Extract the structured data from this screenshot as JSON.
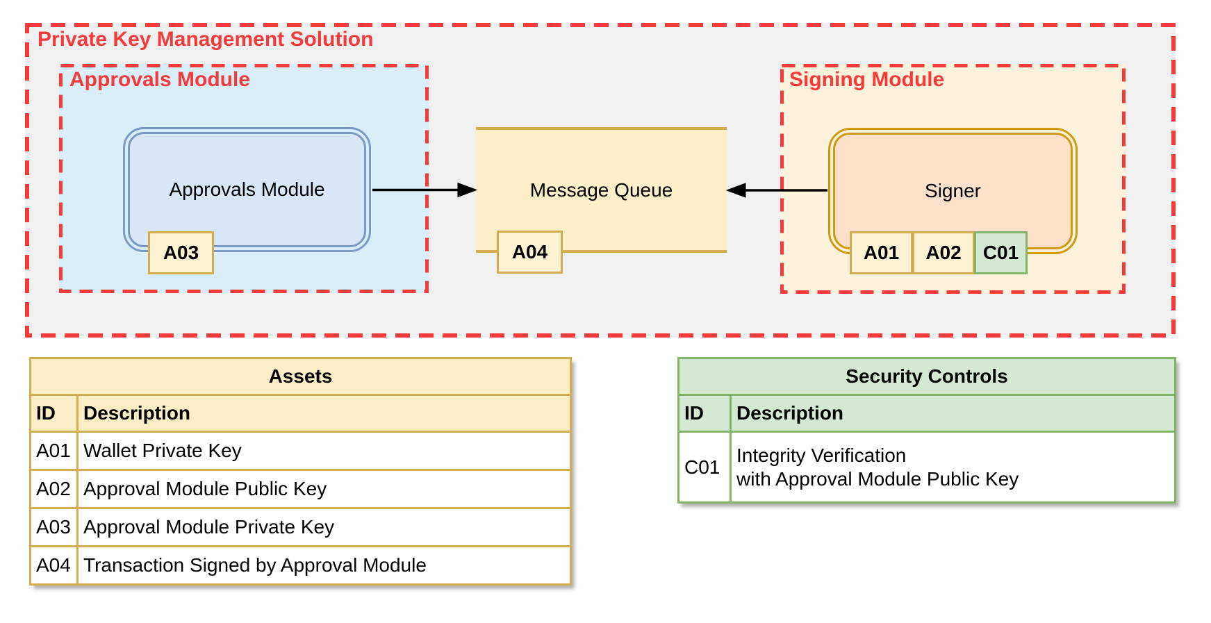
{
  "diagram": {
    "outer_title": "Private Key Management Solution",
    "approvals_zone": {
      "title": "Approvals Module",
      "box_label": "Approvals Module",
      "tag": "A03"
    },
    "message_queue": {
      "label": "Message Queue",
      "tag": "A04"
    },
    "signing_zone": {
      "title": "Signing Module",
      "box_label": "Signer",
      "tags": [
        "A01",
        "A02",
        "C01"
      ]
    }
  },
  "tables": {
    "assets": {
      "title": "Assets",
      "columns": {
        "id": "ID",
        "description": "Description"
      },
      "rows": [
        {
          "id": "A01",
          "description": "Wallet Private Key"
        },
        {
          "id": "A02",
          "description": "Approval Module Public Key"
        },
        {
          "id": "A03",
          "description": "Approval Module Private Key"
        },
        {
          "id": "A04",
          "description": "Transaction Signed by Approval Module"
        }
      ]
    },
    "security": {
      "title": "Security Controls",
      "columns": {
        "id": "ID",
        "description": "Description"
      },
      "rows": [
        {
          "id": "C01",
          "description_lines": [
            "Integrity Verification",
            "with Approval Module Public Key"
          ]
        }
      ]
    }
  },
  "colors": {
    "zone_border_red": "#f43b3b",
    "outer_fill": "#f0f0f1",
    "approvals_zone_fill": "#daeef9",
    "approvals_box_fill": "#d9e6f8",
    "approvals_box_border": "#7b99c5",
    "signing_zone_fill": "#fdf2dc",
    "signer_box_fill": "#fce0ca",
    "signer_box_border": "#d09a10",
    "queue_fill": "#fcefc7",
    "asset_tag_fill": "#fdf3d3",
    "asset_border": "#d2ad52",
    "control_fill": "#d5e8d4",
    "control_border": "#82b366",
    "arrow": "#000000"
  }
}
